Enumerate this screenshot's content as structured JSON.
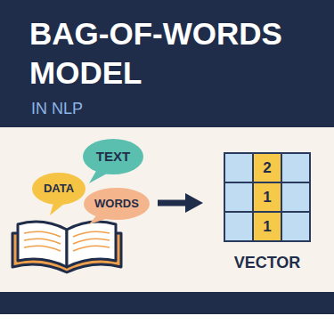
{
  "diagram": {
    "title": "BAG-OF-WORDS MODEL",
    "nodes": [
      {
        "text": [
          "TEXT"
        ]
      },
      {
        "text": [
          "DATA"
        ]
      },
      {
        "text": [
          "WORDS"
        ]
      }
    ],
    "labels": [
      "IN NLP",
      "2",
      "1",
      "1",
      "VECTOR"
    ]
  }
}
